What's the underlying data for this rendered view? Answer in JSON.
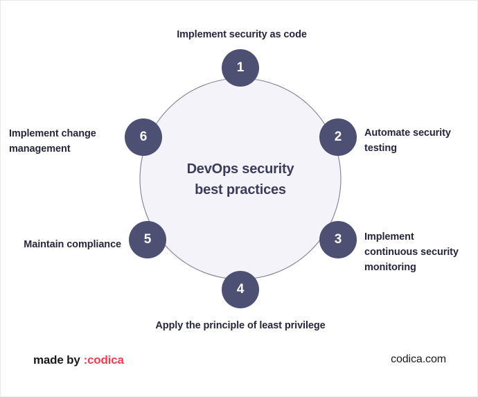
{
  "diagram": {
    "center_title_line1": "DevOps security",
    "center_title_line2": "best practices",
    "ring_stroke_color": "#7f7f95",
    "ring_fill_color": "#f4f3f9",
    "badge_color": "#4d5073",
    "badge_text_color": "#ffffff",
    "label_color": "#26263c",
    "steps": [
      {
        "number": "1",
        "label": "Implement security as code"
      },
      {
        "number": "2",
        "label": "Automate security testing"
      },
      {
        "number": "3",
        "label": "Implement continuous security monitoring"
      },
      {
        "number": "4",
        "label": "Apply the principle of least privilege"
      },
      {
        "number": "5",
        "label": "Maintain compliance"
      },
      {
        "number": "6",
        "label": "Implement change management"
      }
    ]
  },
  "footer": {
    "made_by_prefix": "made by",
    "brand": ":codica",
    "brand_color": "#e8414f",
    "site_url": "codica.com"
  }
}
